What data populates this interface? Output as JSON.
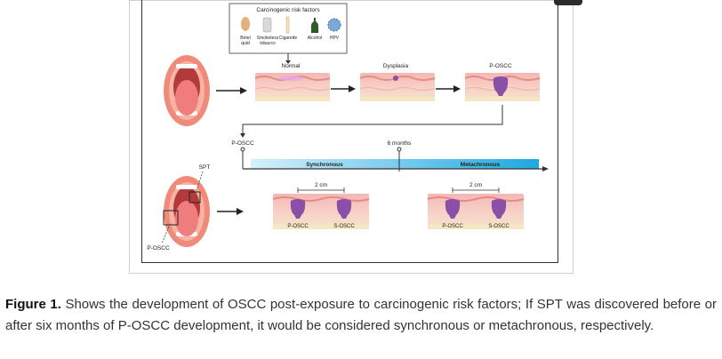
{
  "figure": {
    "risk_box_title": "Carcinogenic risk factors",
    "risk_factors": [
      "Betel quid",
      "Smokeless tobacco",
      "Cigarette",
      "Alcohol",
      "HPV"
    ],
    "risk_factor_lines": [
      [
        "Betel",
        "quid"
      ],
      [
        "Smokeless",
        "tobacco"
      ],
      [
        "Cigarette"
      ],
      [
        "Alcohol"
      ],
      [
        "HPV"
      ]
    ],
    "stages": [
      "Normal",
      "Dysplasia",
      "P-OSCC"
    ],
    "timeline": {
      "start_label": "P-OSCC",
      "mid_label": "6 months",
      "synchronous_label": "Synchronous",
      "metachronous_label": "Metachronous"
    },
    "mouth_labels": {
      "spt": "SPT",
      "primary": "P-OSCC"
    },
    "distance_label": "2 cm",
    "lesion_labels": [
      "P-OSCC",
      "S-OSCC"
    ]
  },
  "caption": {
    "bold": "Figure 1.",
    "text": " Shows the development of OSCC post-exposure to carcinogenic risk factors; If SPT was discovered before or after six months of P-OSCC development, it would be considered synchronous or metachronous, respectively."
  },
  "colors": {
    "timeline_start": "#d6f0fb",
    "timeline_end": "#1ea8e0",
    "tumor": "#8a4fa7",
    "tissue": "#f2c4c0",
    "lip": "#f08a7a"
  }
}
